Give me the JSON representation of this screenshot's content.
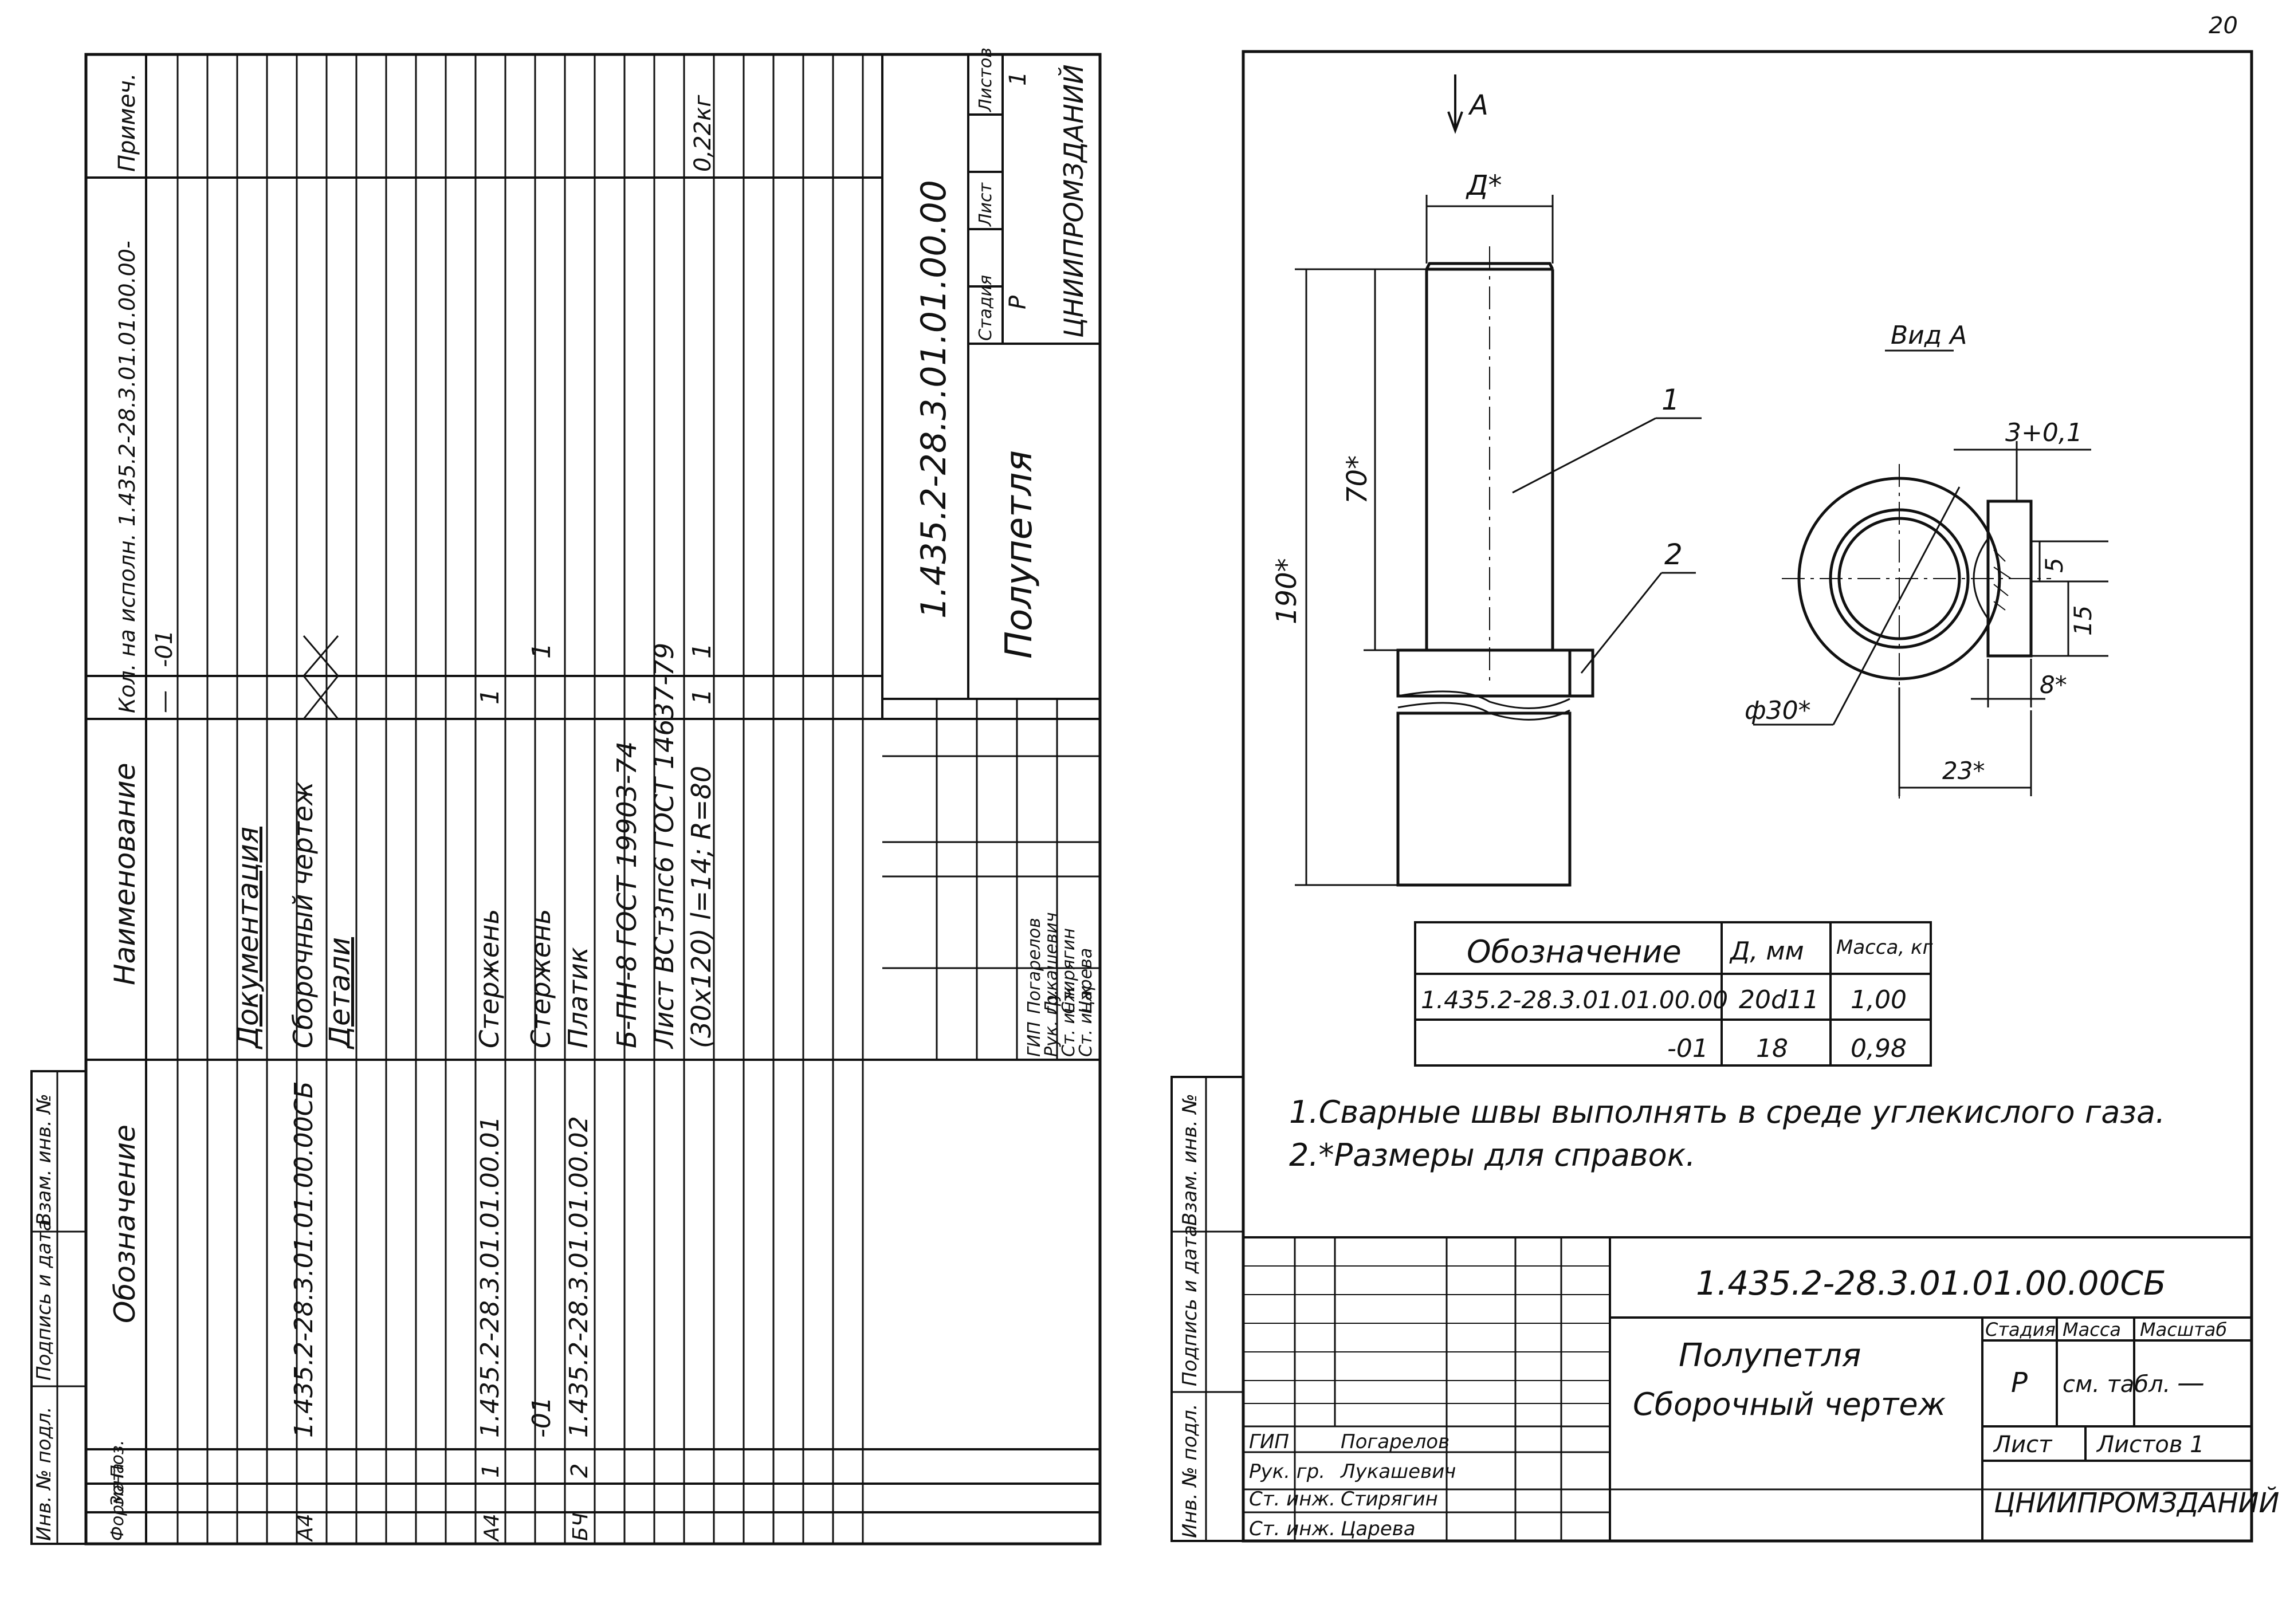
{
  "page_number": "20",
  "spec_sheet": {
    "headers": {
      "format": "Формат",
      "zone": "Зона",
      "pos": "Поз.",
      "designation": "Обозначение",
      "name": "Наименование",
      "qty_per_exec": "Кол. на исполн. 1.435.2-28.3.01.01.00.00-",
      "note": "Примеч."
    },
    "exec_columns": [
      "—",
      "-01"
    ],
    "rows": [
      {
        "format": "",
        "pos": "",
        "designation": "",
        "name": "Документация",
        "q1": "",
        "q2": "",
        "note": "",
        "style": "heading"
      },
      {
        "format": "А4",
        "pos": "",
        "designation": "1.435.2-28.3.01.01.00.00СБ",
        "name": "Сборочный чертеж",
        "q1": "",
        "q2": "",
        "note": "",
        "style": "crossed"
      },
      {
        "format": "",
        "pos": "",
        "designation": "",
        "name": "Детали",
        "q1": "",
        "q2": "",
        "note": "",
        "style": "heading"
      },
      {
        "format": "А4",
        "pos": "1",
        "designation": "1.435.2-28.3.01.01.00.01",
        "name": "Стержень",
        "q1": "1",
        "q2": "",
        "note": "",
        "style": "normal"
      },
      {
        "format": "",
        "pos": "",
        "designation": "-01",
        "name": "Стержень",
        "q1": "",
        "q2": "1",
        "note": "",
        "style": "normal"
      },
      {
        "format": "БЧ",
        "pos": "2",
        "designation": "1.435.2-28.3.01.01.00.02",
        "name": "Платик",
        "q1": "",
        "q2": "",
        "note": "",
        "style": "normal"
      },
      {
        "format": "",
        "pos": "",
        "designation": "",
        "name": "Б-ПН-8 ГОСТ 19903-74",
        "q1": "",
        "q2": "",
        "note": "",
        "style": "normal"
      },
      {
        "format": "",
        "pos": "",
        "designation": "",
        "name": "Лист ВСт3пс6 ГОСТ 14637-79",
        "q1": "",
        "q2": "",
        "note": "",
        "style": "normal"
      },
      {
        "format": "",
        "pos": "",
        "designation": "",
        "name": "(30х120) l=14; R=80",
        "q1": "1",
        "q2": "1",
        "note": "0,22кг",
        "style": "normal"
      }
    ],
    "left_strip": [
      "Инв. № подл.",
      "Подпись и дата",
      "Взам. инв. №"
    ],
    "title_block": {
      "code": "1.435.2-28.3.01.01.00.00",
      "title": "Полупетля",
      "stage_label": "Стадия",
      "sheet_label": "Лист",
      "sheets_label": "Листов",
      "stage": "Р",
      "sheet": "",
      "sheets": "1",
      "org": "ЦНИИПРОМЗДАНИЙ",
      "people": [
        {
          "role": "ГИП",
          "name": "Погарелов"
        },
        {
          "role": "Рук. гр.",
          "name": "Лукашевич"
        },
        {
          "role": "Ст. инж.",
          "name": "Стирягин"
        },
        {
          "role": "Ст. инж.",
          "name": "Царева"
        }
      ]
    }
  },
  "assembly_drawing": {
    "view_arrow": "А",
    "view_label": "Вид А",
    "dims": {
      "d": "Д*",
      "len_70": "70*",
      "len_190": "190*",
      "gap": "3+0,1",
      "h5": "5",
      "h15": "15",
      "w8": "8*",
      "w23": "23*",
      "phi30": "ф30*"
    },
    "callouts": [
      "1",
      "2"
    ],
    "table": {
      "headers": [
        "Обозначение",
        "Д, мм",
        "Масса, кг"
      ],
      "rows": [
        [
          "1.435.2-28.3.01.01.00.00",
          "20d11",
          "1,00"
        ],
        [
          "-01",
          "18",
          "0,98"
        ]
      ]
    },
    "notes": [
      "1.Сварные швы выполнять в среде углекислого газа.",
      "2.*Размеры для справок."
    ],
    "left_strip": [
      "Инв. № подл.",
      "Подпись и дата",
      "Взам. инв. №"
    ],
    "title_block": {
      "code": "1.435.2-28.3.01.01.00.00СБ",
      "title_line1": "Полупетля",
      "title_line2": "Сборочный чертеж",
      "stage_label": "Стадия",
      "mass_label": "Масса",
      "scale_label": "Масштаб",
      "stage": "Р",
      "mass": "см. табл.",
      "scale": "—",
      "sheet_label": "Лист",
      "sheets_label": "Листов 1",
      "org": "ЦНИИПРОМЗДАНИЙ",
      "people": [
        {
          "role": "ГИП",
          "name": "Погарелов"
        },
        {
          "role": "Рук. гр.",
          "name": "Лукашевич"
        },
        {
          "role": "Ст. инж.",
          "name": "Стирягин"
        },
        {
          "role": "Ст. инж.",
          "name": "Царева"
        }
      ]
    }
  }
}
